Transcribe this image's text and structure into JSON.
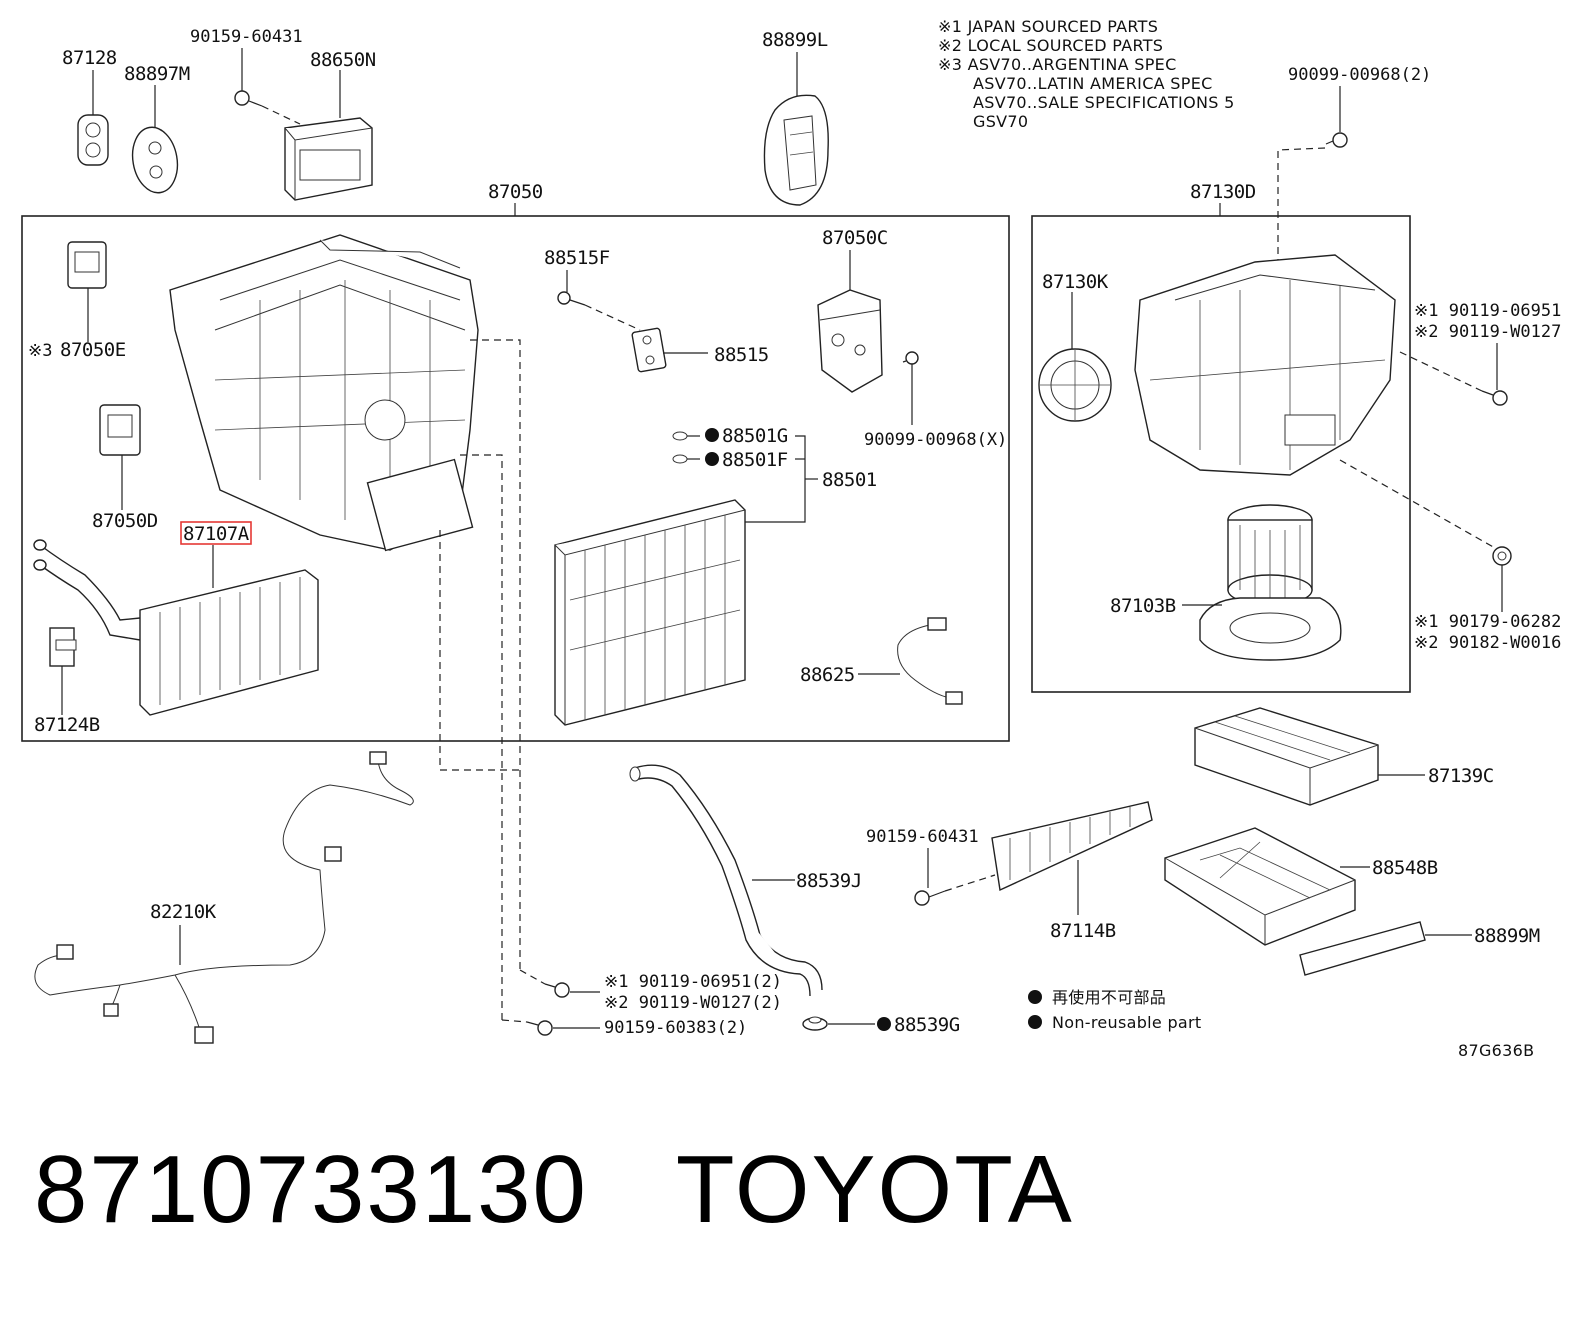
{
  "notes": {
    "line1": "※1 JAPAN SOURCED PARTS",
    "line2": "※2 LOCAL SOURCED PARTS",
    "line3": "※3 ASV70..ARGENTINA SPEC",
    "line4": "ASV70..LATIN AMERICA SPEC",
    "line5": "ASV70..SALE SPECIFICATIONS 5",
    "line6": "GSV70"
  },
  "legend": {
    "jp": "再使用不可部品",
    "en": "Non-reusable part"
  },
  "diagram_code": "87G636B",
  "highlighted_part": "87107A",
  "footer": {
    "part_number": "8710733130",
    "brand": "TOYOTA"
  },
  "labels": {
    "p87128": "87128",
    "p88897M": "88897M",
    "p90159_60431_top": "90159-60431",
    "p88650N": "88650N",
    "p88899L": "88899L",
    "p90099_00968_2": "90099-00968(2)",
    "p87050": "87050",
    "p87130D": "87130D",
    "p87050E_prefix": "※3",
    "p87050E": "87050E",
    "p88515F": "88515F",
    "p88515": "88515",
    "p87050C": "87050C",
    "p90099_00968_X": "90099-00968(X)",
    "p88501G": "88501G",
    "p88501F": "88501F",
    "p88501": "88501",
    "p87050D": "87050D",
    "p87107A": "87107A",
    "p87124B": "87124B",
    "p88625": "88625",
    "p87130K": "87130K",
    "p90119_06951_r": "※1 90119-06951",
    "p90119_W0127_r": "※2 90119-W0127",
    "p90179_06282": "※1 90179-06282",
    "p90182_W0016": "※2 90182-W0016",
    "p87103B": "87103B",
    "p87139C": "87139C",
    "p90159_60431_mid": "90159-60431",
    "p88548B": "88548B",
    "p87114B": "87114B",
    "p88899M": "88899M",
    "p88539J": "88539J",
    "p82210K": "82210K",
    "p90119_06951_2": "※1 90119-06951(2)",
    "p90119_W0127_2": "※2 90119-W0127(2)",
    "p90159_60383_2": "90159-60383(2)",
    "p88539G": "88539G"
  }
}
